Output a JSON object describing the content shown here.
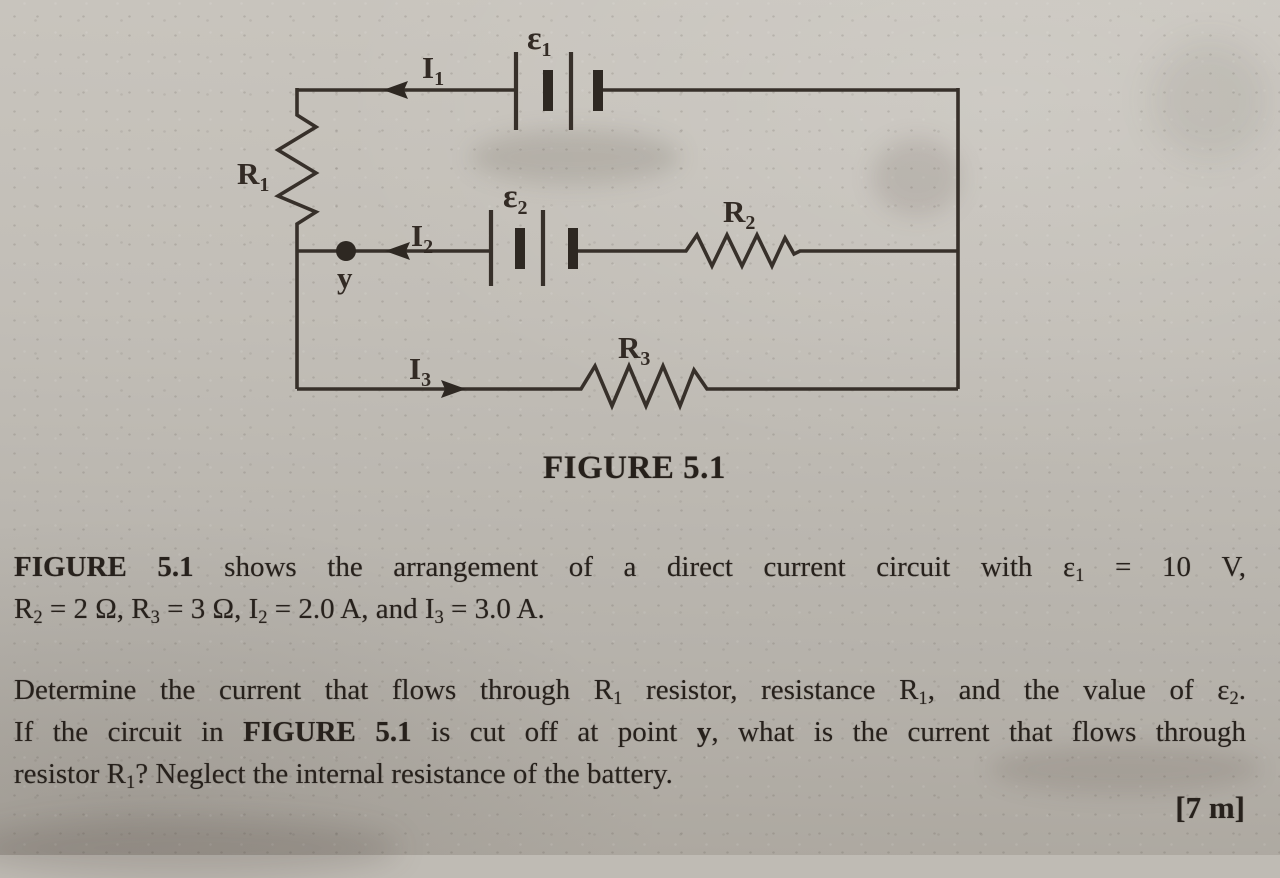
{
  "figure": {
    "caption": "FIGURE 5.1",
    "labels": {
      "emf1": {
        "base": "ε",
        "sub": "1"
      },
      "emf2": {
        "base": "ε",
        "sub": "2"
      },
      "current1": {
        "base": "I",
        "sub": "1"
      },
      "current2": {
        "base": "I",
        "sub": "2"
      },
      "current3": {
        "base": "I",
        "sub": "3"
      },
      "resistor1": {
        "base": "R",
        "sub": "1"
      },
      "resistor2": {
        "base": "R",
        "sub": "2"
      },
      "resistor3": {
        "base": "R",
        "sub": "3"
      },
      "point_y": "y"
    }
  },
  "problem": {
    "p1l1": [
      {
        "t": "FIGURE 5.1"
      },
      {
        "t": " shows the arrangement of a direct current circuit with "
      },
      {
        "t": "ε"
      },
      {
        "t": "1"
      },
      {
        "t": " = 10 V,"
      }
    ],
    "p1l2": [
      {
        "t": "R"
      },
      {
        "t": "2"
      },
      {
        "t": " = 2 Ω, R"
      },
      {
        "t": "3"
      },
      {
        "t": " = 3 Ω, I"
      },
      {
        "t": "2"
      },
      {
        "t": " = 2.0 A, and I"
      },
      {
        "t": "3"
      },
      {
        "t": " = 3.0 A."
      }
    ],
    "p2l1": [
      {
        "t": "Determine the current that flows through R"
      },
      {
        "t": "1"
      },
      {
        "t": " resistor, resistance R"
      },
      {
        "t": "1"
      },
      {
        "t": ", and the value of ε"
      },
      {
        "t": "2"
      },
      {
        "t": "."
      }
    ],
    "p2l2": [
      {
        "t": "If the circuit in "
      },
      {
        "t": "FIGURE 5.1"
      },
      {
        "t": " is cut off at point "
      },
      {
        "t": "y"
      },
      {
        "t": ", what is the current that flows through"
      }
    ],
    "p2l3": [
      {
        "t": "resistor R"
      },
      {
        "t": "1"
      },
      {
        "t": "? Neglect the internal resistance of the battery."
      }
    ],
    "marks": "[7 m]"
  }
}
